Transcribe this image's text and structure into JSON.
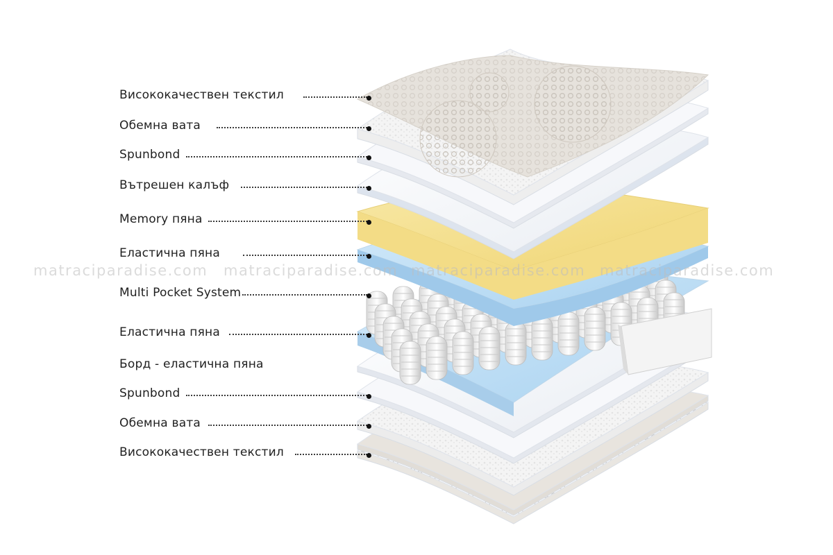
{
  "layers": [
    {
      "label": "Висококачествен текстил"
    },
    {
      "label": "Обемна вата"
    },
    {
      "label": "Spunbond"
    },
    {
      "label": "Вътрешен калъф"
    },
    {
      "label": "Memory пяна"
    },
    {
      "label": "Еластична пяна"
    },
    {
      "label": "Multi Pocket System"
    },
    {
      "label": "Еластична пяна"
    },
    {
      "label": "Борд - еластична пяна"
    },
    {
      "label": "Spunbond"
    },
    {
      "label": "Обемна вата"
    },
    {
      "label": "Висококачествен текстил"
    }
  ],
  "watermark": "matraciparadise.com",
  "colors": {
    "memory_foam": "#f3dc86",
    "elastic_foam": "#b9dbf3",
    "white_layer": "#f7f8fb",
    "textile": "#e6e2dc",
    "leader": "#3a3a3a"
  }
}
